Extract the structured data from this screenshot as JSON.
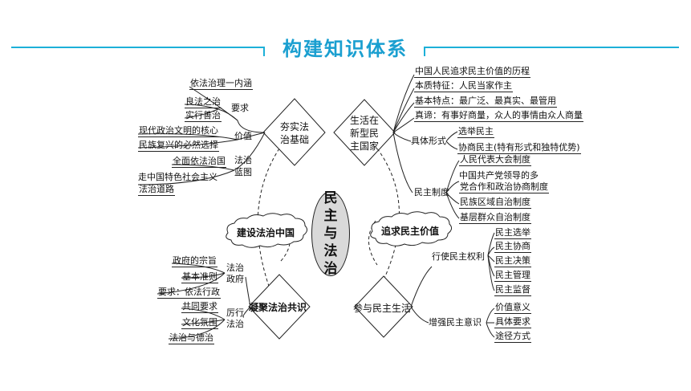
{
  "header": {
    "title": "构建知识体系"
  },
  "center": {
    "label": "民主与法治"
  },
  "hubs": {
    "top_left": "夯实法治基础",
    "top_left_lines": [
      "夯实法",
      "治基础"
    ],
    "top_right_lines": [
      "生活在",
      "新型民",
      "主国家"
    ],
    "bottom_left": "凝聚法治共识",
    "bottom_right": "参与民主生活",
    "left_cloud": "建设法治中国",
    "right_cloud": "追求民主价值"
  },
  "top_left_branch": {
    "items": [
      "依法治理一内涵",
      "良法之治",
      "实行善治",
      "现代政治文明的核心",
      "民族复兴的必然选择",
      "全面依法治国",
      "走中国特色社会主义",
      "法治道路"
    ],
    "labels": {
      "requirement": "要求",
      "value": "价值",
      "blueprint_1": "法治",
      "blueprint_2": "蓝图"
    }
  },
  "top_right_branch": {
    "items": [
      "中国人民追求民主价值的历程",
      "本质特征：人民当家作主",
      "基本特点：最广泛、最真实、最管用",
      "真谛：有事好商量，众人的事情由众人商量"
    ],
    "specific_form_label": "具体形式",
    "specific_forms": [
      "选举民主",
      "协商民主(特有形式和独特优势)"
    ],
    "system_label": "民主制度",
    "systems": [
      "人民代表大会制度",
      "中国共产党领导的多",
      "党合作和政治协商制度",
      "民族区域自治制度",
      "基层群众自治制度"
    ]
  },
  "bottom_left_branch": {
    "gov_label_1": "法治",
    "gov_label_2": "政府",
    "gov_items": [
      "政府的宗旨",
      "基本准则",
      "要求：依法行政"
    ],
    "practice_label_1": "厉行",
    "practice_label_2": "法治",
    "practice_items": [
      "共同要求",
      "文化氛围",
      "法治与德治"
    ]
  },
  "bottom_right_branch": {
    "rights_label": "行使民主权利",
    "rights": [
      "民主选举",
      "民主协商",
      "民主决策",
      "民主管理",
      "民主监督"
    ],
    "awareness_label": "增强民主意识",
    "awareness": [
      "价值意义",
      "具体要求",
      "途径方式"
    ]
  }
}
